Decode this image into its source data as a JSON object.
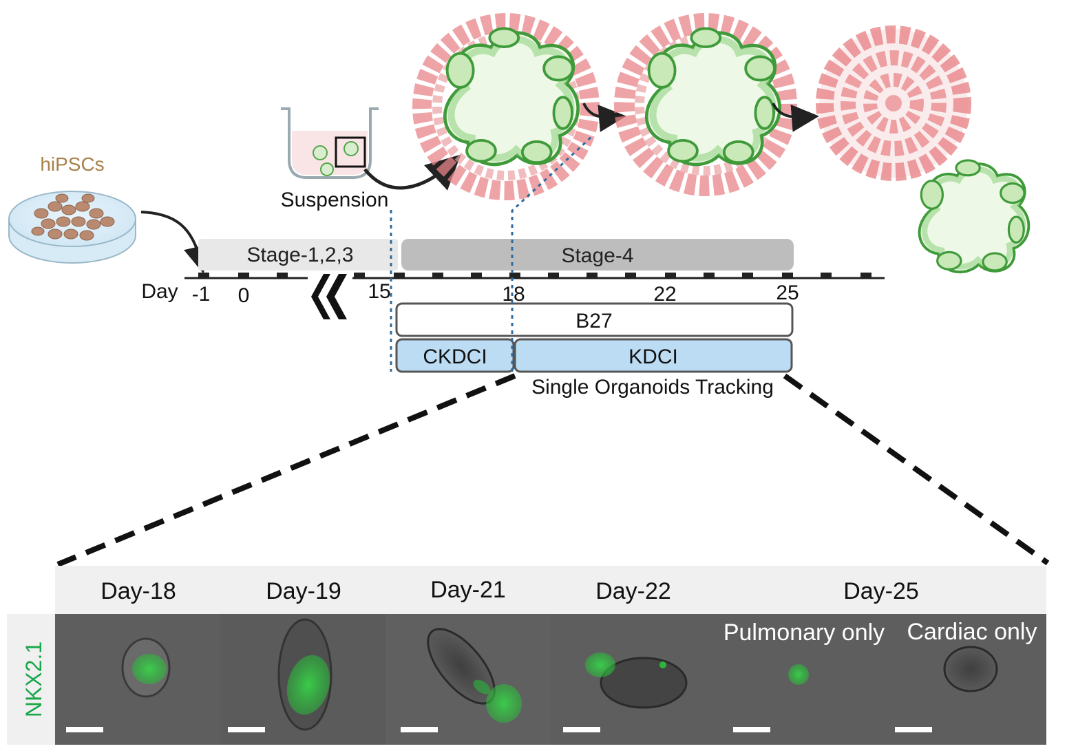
{
  "top": {
    "cells_label": "hiPSCs",
    "suspension_label": "Suspension",
    "day_label": "Day",
    "day_ticks": [
      "-1",
      "0",
      "15",
      "18",
      "22",
      "25"
    ],
    "stage_early": "Stage-1,2,3",
    "stage_late": "Stage-4",
    "media_base": "B27",
    "media_phase1": "CKDCI",
    "media_phase2": "KDCI",
    "tracking_label": "Single Organoids Tracking"
  },
  "panel": {
    "marker_label": "NKX2.1",
    "day_headers": [
      "Day-18",
      "Day-19",
      "Day-21",
      "Day-22",
      "Day-25"
    ],
    "subgroups": [
      "Pulmonary only",
      "Cardiac only"
    ]
  },
  "colors": {
    "hipscs_text": "#a8804a",
    "marker_text": "#1aa64a",
    "organoid_green": "#6cbf5a",
    "organoid_fill": "#eef8e6",
    "cardiac_pink": "#e8868a",
    "media_blue": "#bcdcf4",
    "stage_gray_light": "#e8e8e8",
    "stage_gray_dark": "#bdbdbd",
    "micro_bg": "#5e5e5e",
    "header_bg": "#f0f0f0",
    "dotted_blue": "#2e6a9e"
  }
}
